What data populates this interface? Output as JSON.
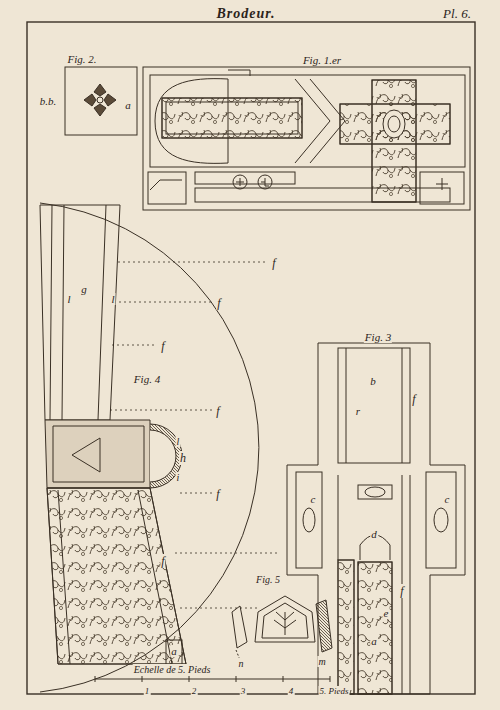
{
  "diagram": {
    "title": "Brodeur.",
    "labels": [
      "Pl. 6.",
      "Fig. 1.er",
      "Fig. 2.",
      "b.b.",
      "a",
      "l",
      "g",
      "l",
      "f",
      "f",
      "f",
      "Fig. 4",
      "f",
      "l",
      "h",
      "i",
      "f",
      "f",
      "a",
      "Fig. 3",
      "b",
      "r",
      "f",
      "c",
      "d",
      "c",
      "f",
      "e",
      "a",
      "Fig. 5",
      "n",
      "m",
      "Echelle de 5. Pieds",
      "1",
      "2",
      "3",
      "4",
      "5. Pieds"
    ]
  }
}
